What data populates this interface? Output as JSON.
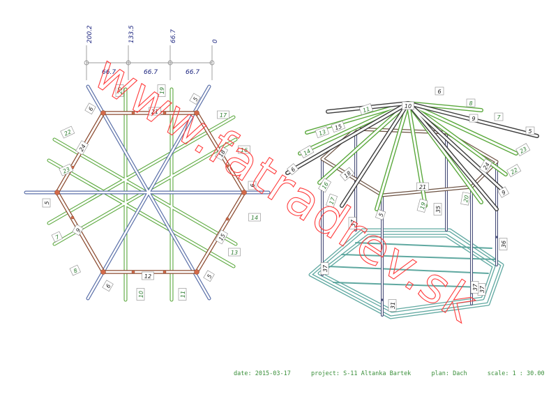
{
  "dimensions": {
    "cumulative": [
      "200.2",
      "133.5",
      "66.7",
      "0"
    ],
    "segments": [
      "66.7",
      "66.7",
      "66.7"
    ]
  },
  "plan_labels": [
    "20",
    "19",
    "5",
    "6",
    "21",
    "17",
    "22",
    "24",
    "18",
    "16",
    "23",
    "6",
    "5",
    "14",
    "7",
    "9",
    "15",
    "13",
    "8",
    "6",
    "12",
    "5",
    "10",
    "11"
  ],
  "iso_labels": [
    "6",
    "8",
    "7",
    "5",
    "11",
    "10",
    "9",
    "13",
    "15",
    "14",
    "6",
    "18",
    "16",
    "17",
    "5",
    "21",
    "19",
    "35",
    "20",
    "24",
    "22",
    "23",
    "9",
    "37",
    "37",
    "37",
    "31",
    "37",
    "36"
  ],
  "footer": {
    "date": "date: 2015-03-17",
    "project": "project: S-11 Altanka Bartek",
    "plan": "plan: Dach",
    "scale": "scale: 1 : 30.00"
  },
  "watermark": "www.fatradrev.sk",
  "colors": {
    "green": "#5aa83c",
    "blue": "#5a6fa8",
    "brown": "#8b4a2f",
    "teal": "#5fa8a0",
    "watermark": "#ff3b3b"
  }
}
